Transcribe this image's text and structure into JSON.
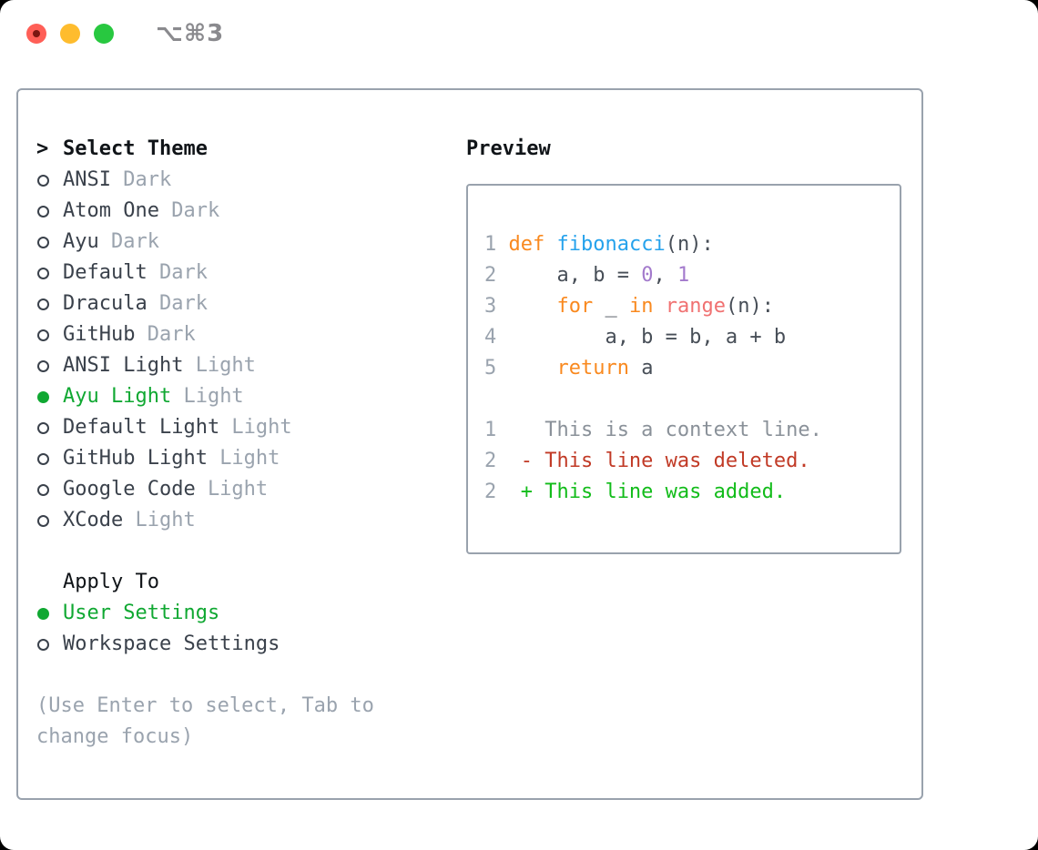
{
  "titlebar": {
    "shortcut": "⌥⌘3"
  },
  "theme_list": {
    "prompt": ">",
    "header": "Select Theme",
    "items": [
      {
        "name": "ANSI",
        "badge": "Dark",
        "selected": false
      },
      {
        "name": "Atom One",
        "badge": "Dark",
        "selected": false
      },
      {
        "name": "Ayu",
        "badge": "Dark",
        "selected": false
      },
      {
        "name": "Default",
        "badge": "Dark",
        "selected": false
      },
      {
        "name": "Dracula",
        "badge": "Dark",
        "selected": false
      },
      {
        "name": "GitHub",
        "badge": "Dark",
        "selected": false
      },
      {
        "name": "ANSI Light",
        "badge": "Light",
        "selected": false
      },
      {
        "name": "Ayu Light",
        "badge": "Light",
        "selected": true
      },
      {
        "name": "Default Light",
        "badge": "Light",
        "selected": false
      },
      {
        "name": "GitHub Light",
        "badge": "Light",
        "selected": false
      },
      {
        "name": "Google Code",
        "badge": "Light",
        "selected": false
      },
      {
        "name": "XCode",
        "badge": "Light",
        "selected": false
      }
    ]
  },
  "apply_to": {
    "header": "Apply To",
    "options": [
      {
        "label": "User Settings",
        "selected": true
      },
      {
        "label": "Workspace Settings",
        "selected": false
      }
    ]
  },
  "help": {
    "lines": [
      "(Use Enter to select, Tab to",
      "change focus)"
    ]
  },
  "preview": {
    "title": "Preview",
    "code_lines": [
      {
        "num": "1",
        "segs": [
          [
            "def",
            "kw"
          ],
          [
            " ",
            "txt"
          ],
          [
            "fibonacci",
            "fn"
          ],
          [
            "(n):",
            "txt"
          ]
        ]
      },
      {
        "num": "2",
        "segs": [
          [
            "    a, b = ",
            "txt"
          ],
          [
            "0",
            "num"
          ],
          [
            ", ",
            "txt"
          ],
          [
            "1",
            "num"
          ]
        ]
      },
      {
        "num": "3",
        "segs": [
          [
            "    ",
            "txt"
          ],
          [
            "for",
            "kw"
          ],
          [
            " _ ",
            "txt"
          ],
          [
            "in",
            "kw"
          ],
          [
            " ",
            "txt"
          ],
          [
            "range",
            "call"
          ],
          [
            "(n):",
            "txt"
          ]
        ]
      },
      {
        "num": "4",
        "segs": [
          [
            "        a, b = b, a + b",
            "txt"
          ]
        ]
      },
      {
        "num": "5",
        "segs": [
          [
            "    ",
            "txt"
          ],
          [
            "return",
            "kw"
          ],
          [
            " a",
            "txt"
          ]
        ]
      },
      {
        "num": "",
        "segs": []
      },
      {
        "num": "1",
        "segs": [
          [
            "   This is a context line.",
            "ctx"
          ]
        ]
      },
      {
        "num": "2",
        "segs": [
          [
            " - This line was deleted.",
            "del"
          ]
        ]
      },
      {
        "num": "2",
        "segs": [
          [
            " + This line was added.",
            "add"
          ]
        ]
      }
    ]
  },
  "colors": {
    "accent_green": "#10A832",
    "muted_gray": "#9AA3AE",
    "panel_border": "#99A2AD",
    "code_keyword_orange": "#F9891F",
    "code_function_blue": "#25A2EC",
    "code_number_purple": "#A37ACC",
    "code_call_coral": "#F07171",
    "diff_deleted_red": "#C13A26",
    "diff_added_green": "#12BC1A",
    "traffic_red": "#FF5F57",
    "traffic_yellow": "#FEBC2E",
    "traffic_green": "#28C840"
  }
}
